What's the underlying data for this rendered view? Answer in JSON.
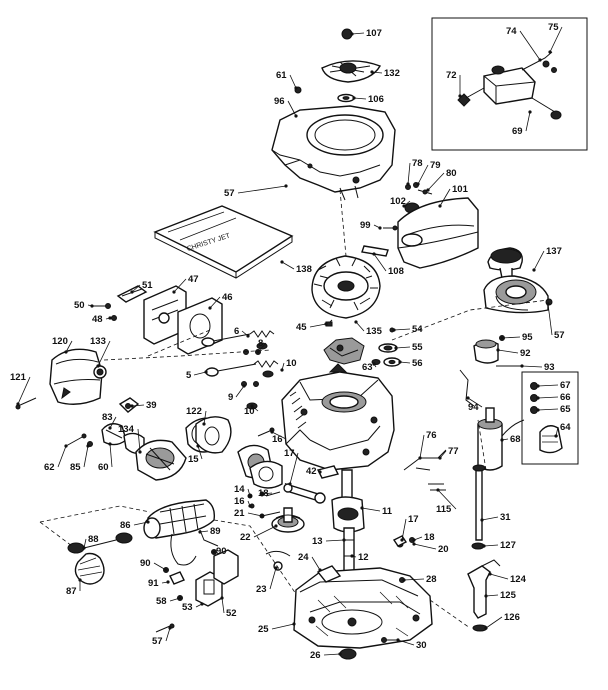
{
  "callouts": [
    {
      "id": "c107",
      "text": "107"
    },
    {
      "id": "c74",
      "text": "74"
    },
    {
      "id": "c75",
      "text": "75"
    },
    {
      "id": "c61",
      "text": "61"
    },
    {
      "id": "c132",
      "text": "132"
    },
    {
      "id": "c72",
      "text": "72"
    },
    {
      "id": "c96",
      "text": "96"
    },
    {
      "id": "c106",
      "text": "106"
    },
    {
      "id": "c69",
      "text": "69"
    },
    {
      "id": "c78",
      "text": "78"
    },
    {
      "id": "c79",
      "text": "79"
    },
    {
      "id": "c80",
      "text": "80"
    },
    {
      "id": "c57a",
      "text": "57"
    },
    {
      "id": "c102",
      "text": "102"
    },
    {
      "id": "c101",
      "text": "101"
    },
    {
      "id": "c99",
      "text": "99"
    },
    {
      "id": "c108",
      "text": "108"
    },
    {
      "id": "c137",
      "text": "137"
    },
    {
      "id": "c138",
      "text": "138"
    },
    {
      "id": "c47",
      "text": "47"
    },
    {
      "id": "c51",
      "text": "51"
    },
    {
      "id": "c46",
      "text": "46"
    },
    {
      "id": "c50",
      "text": "50"
    },
    {
      "id": "c48",
      "text": "48"
    },
    {
      "id": "c45",
      "text": "45"
    },
    {
      "id": "c135",
      "text": "135"
    },
    {
      "id": "c54",
      "text": "54"
    },
    {
      "id": "c57b",
      "text": "57"
    },
    {
      "id": "c95",
      "text": "95"
    },
    {
      "id": "c55",
      "text": "55"
    },
    {
      "id": "c92",
      "text": "92"
    },
    {
      "id": "c120",
      "text": "120"
    },
    {
      "id": "c133",
      "text": "133"
    },
    {
      "id": "c6",
      "text": "6"
    },
    {
      "id": "c8",
      "text": "8"
    },
    {
      "id": "c56",
      "text": "56"
    },
    {
      "id": "c63",
      "text": "63"
    },
    {
      "id": "c93",
      "text": "93"
    },
    {
      "id": "c10a",
      "text": "10"
    },
    {
      "id": "c5",
      "text": "5"
    },
    {
      "id": "c67",
      "text": "67"
    },
    {
      "id": "c121",
      "text": "121"
    },
    {
      "id": "c9",
      "text": "9"
    },
    {
      "id": "c66",
      "text": "66"
    },
    {
      "id": "c65",
      "text": "65"
    },
    {
      "id": "c94",
      "text": "94"
    },
    {
      "id": "c10b",
      "text": "10"
    },
    {
      "id": "c39",
      "text": "39"
    },
    {
      "id": "c122",
      "text": "122"
    },
    {
      "id": "c64",
      "text": "64"
    },
    {
      "id": "c83",
      "text": "83"
    },
    {
      "id": "c134",
      "text": "134"
    },
    {
      "id": "c16",
      "text": "16"
    },
    {
      "id": "c76",
      "text": "76"
    },
    {
      "id": "c68",
      "text": "68"
    },
    {
      "id": "c15",
      "text": "15"
    },
    {
      "id": "c77",
      "text": "77"
    },
    {
      "id": "c62",
      "text": "62"
    },
    {
      "id": "c85",
      "text": "85"
    },
    {
      "id": "c60",
      "text": "60"
    },
    {
      "id": "c17a",
      "text": "17"
    },
    {
      "id": "c42",
      "text": "42"
    },
    {
      "id": "c14",
      "text": "14"
    },
    {
      "id": "c16b",
      "text": "16"
    },
    {
      "id": "c18a",
      "text": "18"
    },
    {
      "id": "c115",
      "text": "115"
    },
    {
      "id": "c21",
      "text": "21"
    },
    {
      "id": "c11",
      "text": "11"
    },
    {
      "id": "c31",
      "text": "31"
    },
    {
      "id": "c86",
      "text": "86"
    },
    {
      "id": "c17b",
      "text": "17"
    },
    {
      "id": "c22",
      "text": "22"
    },
    {
      "id": "c13",
      "text": "13"
    },
    {
      "id": "c18b",
      "text": "18"
    },
    {
      "id": "c88",
      "text": "88"
    },
    {
      "id": "c89",
      "text": "89"
    },
    {
      "id": "c90a",
      "text": "90"
    },
    {
      "id": "c24",
      "text": "24"
    },
    {
      "id": "c12",
      "text": "12"
    },
    {
      "id": "c20",
      "text": "20"
    },
    {
      "id": "c127",
      "text": "127"
    },
    {
      "id": "c90b",
      "text": "90"
    },
    {
      "id": "c23",
      "text": "23"
    },
    {
      "id": "c91",
      "text": "91"
    },
    {
      "id": "c28",
      "text": "28"
    },
    {
      "id": "c124",
      "text": "124"
    },
    {
      "id": "c87",
      "text": "87"
    },
    {
      "id": "c125",
      "text": "125"
    },
    {
      "id": "c58",
      "text": "58"
    },
    {
      "id": "c53",
      "text": "53"
    },
    {
      "id": "c52",
      "text": "52"
    },
    {
      "id": "c126",
      "text": "126"
    },
    {
      "id": "c25",
      "text": "25"
    },
    {
      "id": "c57c",
      "text": "57"
    },
    {
      "id": "c30",
      "text": "30"
    },
    {
      "id": "c26",
      "text": "26"
    }
  ],
  "filter_label": "CHRISTY JET"
}
